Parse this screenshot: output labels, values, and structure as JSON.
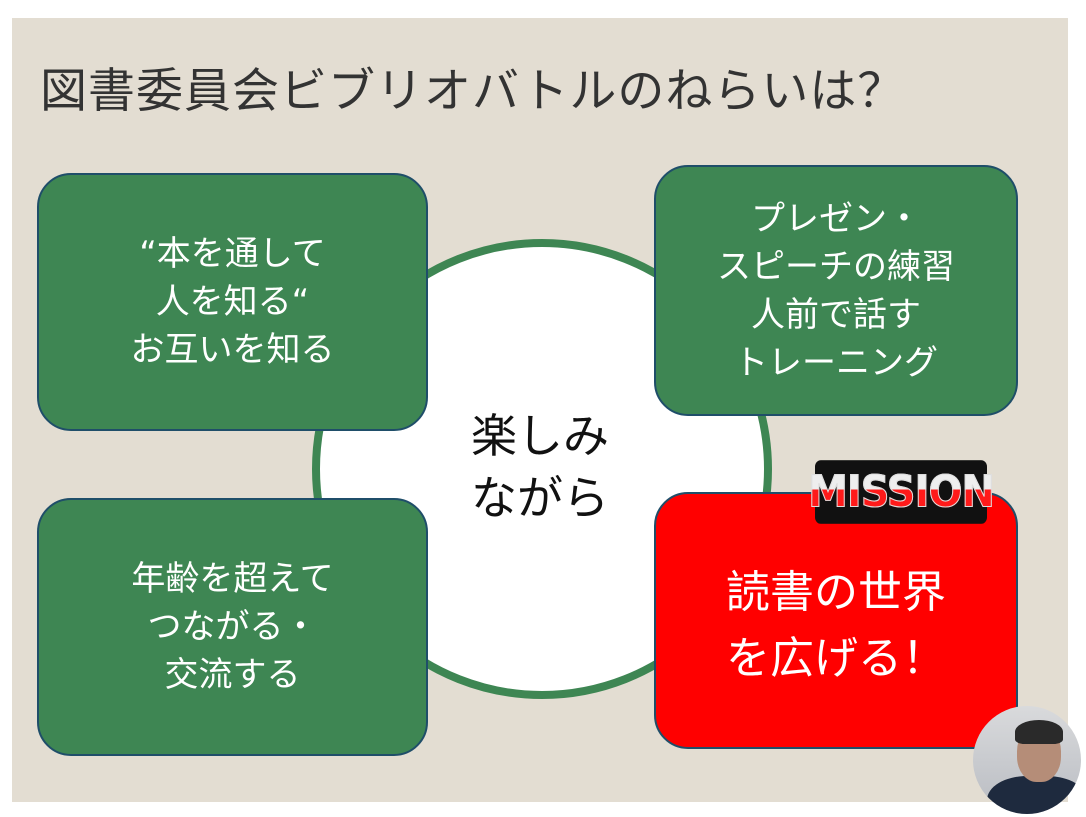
{
  "title": "図書委員会ビブリオバトルのねらいは？",
  "center": {
    "line1": "楽しみ",
    "line2": "ながら"
  },
  "boxes": {
    "top_left": "“本を通して\n人を知る“\nお互いを知る",
    "top_right": "プレゼン・\nスピーチの練習\n人前で話す\nトレーニング",
    "bottom_left": "年齢を超えて\nつながる・\n交流する",
    "bottom_right": "読書の世界\nを広げる！"
  },
  "mission_badge": "MISSION",
  "colors": {
    "background": "#e3ddd2",
    "green": "#3e8653",
    "red": "#ff0000",
    "border": "#1f4e69"
  }
}
